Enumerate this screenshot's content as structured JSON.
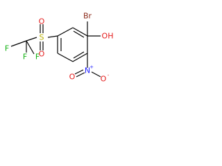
{
  "molecule": {
    "atoms": {
      "br": "Br",
      "oh": "OH",
      "nitro_n": "N",
      "nitro_n_charge": "+",
      "nitro_o_top": "O",
      "nitro_o_right": "O",
      "nitro_o_right_charge": "-",
      "sulfur": "S",
      "sulfonyl_o_top": "O",
      "sulfonyl_o_bottom": "O",
      "fluorine_left": "F",
      "fluorine_bottom": "F",
      "fluorine_right": "F"
    },
    "colors": {
      "bromine": "#8b2a1a",
      "oxygen": "#e41a1a",
      "nitrogen": "#2020ff",
      "sulfur": "#b8b000",
      "fluorine": "#10b010",
      "carbon_bond": "#000000"
    }
  }
}
